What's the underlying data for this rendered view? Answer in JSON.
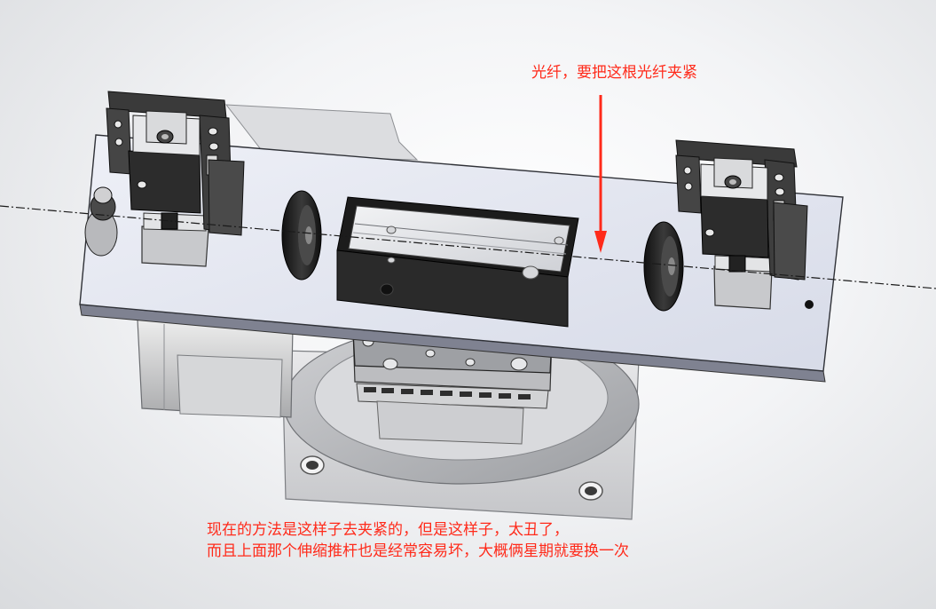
{
  "annotations": {
    "top_label": "光纤，要把这根光纤夹紧",
    "bottom_line1": "现在的方法是这样子去夹紧的，但是这样子，太丑了，",
    "bottom_line2": "而且上面那个伸缩推杆也是经常容易坏，大概俩星期就要换一次"
  },
  "colors": {
    "annotation_red": "#ff2a1a",
    "plate_fill": "#e3e6f0",
    "metal_dark": "#2b2b2b",
    "metal_light": "#c9cbce"
  }
}
